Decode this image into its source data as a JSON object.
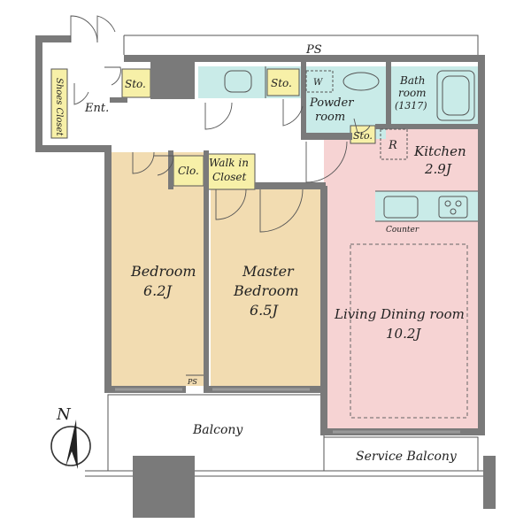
{
  "rooms": {
    "ps_top": "PS",
    "shoes_closet": "Shoes Closet",
    "entrance": "Ent.",
    "storage_entry": "Sto.",
    "storage_hall": "Sto.",
    "washer": "W",
    "powder_room_line1": "Powder",
    "powder_room_line2": "room",
    "bath_room_line1": "Bath",
    "bath_room_line2": "room",
    "bath_room_size": "(1317)",
    "storage_kitchen": "Sto.",
    "refrigerator": "R",
    "kitchen": "Kitchen",
    "kitchen_size": "2.9J",
    "closet": "Clo.",
    "walkin_line1": "Walk in",
    "walkin_line2": "Closet",
    "counter": "Counter",
    "bedroom": "Bedroom",
    "bedroom_size": "6.2J",
    "master_line1": "Master",
    "master_line2": "Bedroom",
    "master_size": "6.5J",
    "ldk": "Living Dining room",
    "ldk_size": "10.2J",
    "ps_small": "PS",
    "balcony": "Balcony",
    "service_balcony": "Service Balcony"
  },
  "compass": {
    "north": "N"
  },
  "colors": {
    "bedroom_fill": "#f2dcb1",
    "ldk_fill": "#f6d3d3",
    "wet_fill": "#c9ebe8",
    "storage_fill": "#f7f0a8",
    "wall": "#7a7a7a"
  }
}
